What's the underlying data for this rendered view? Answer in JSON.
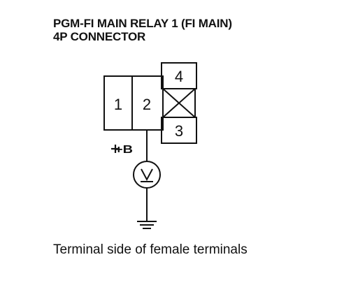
{
  "title": {
    "line1": "PGM-FI MAIN RELAY 1 (FI MAIN)",
    "line2": "4P CONNECTOR"
  },
  "connector": {
    "terminals": [
      {
        "number": "1",
        "populated": true
      },
      {
        "number": "2",
        "populated": true
      },
      {
        "number": "3",
        "populated": true
      },
      {
        "number": "4",
        "populated": true
      }
    ],
    "empty_cavity": "crossed-box"
  },
  "probe": {
    "label": "+B",
    "terminal": "2",
    "meter": "voltmeter-icon",
    "reference": "ground-icon"
  },
  "caption": "Terminal side of female terminals",
  "colors": {
    "line": "#111111",
    "background": "#ffffff"
  }
}
